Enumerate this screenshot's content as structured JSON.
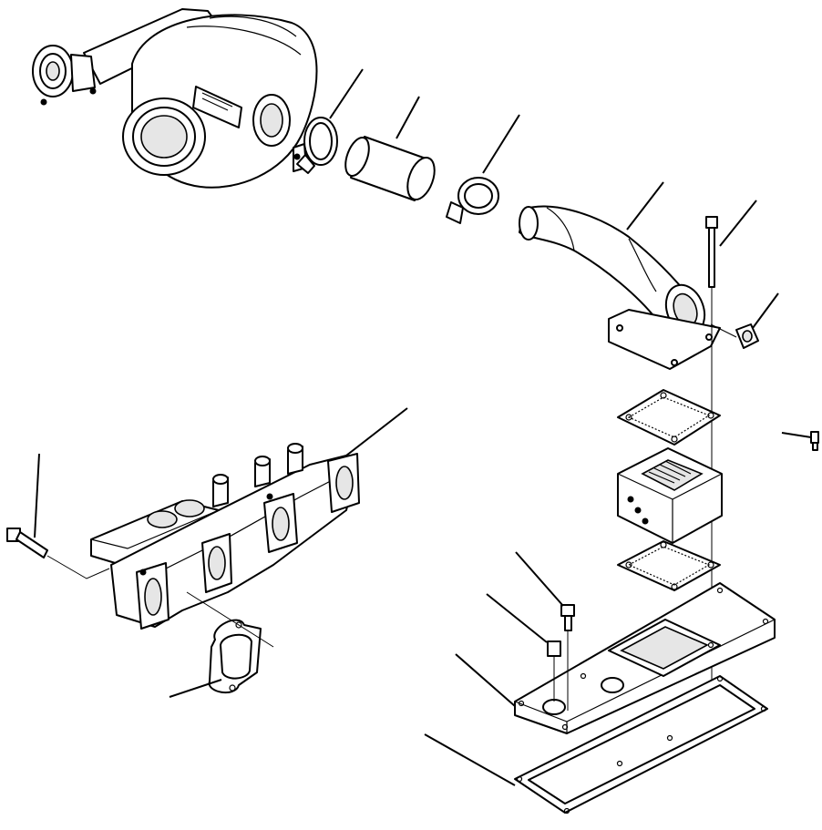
{
  "diagram": {
    "type": "exploded-parts-view",
    "text_labels": [],
    "callout_count": 14,
    "parts": [
      "turbocharger",
      "hose-clamp-upper",
      "connector-hose",
      "hose-clamp-lower",
      "elbow-pipe",
      "long-bolt",
      "plug",
      "gasket-upper",
      "air-heater",
      "small-fitting",
      "gasket-lower",
      "intake-adapter-plate",
      "plate-bolt",
      "plate-nut",
      "cover-gasket",
      "exhaust-manifold",
      "manifold-bolt",
      "manifold-gasket"
    ],
    "colors": {
      "line": "#000000",
      "background": "#ffffff"
    }
  }
}
